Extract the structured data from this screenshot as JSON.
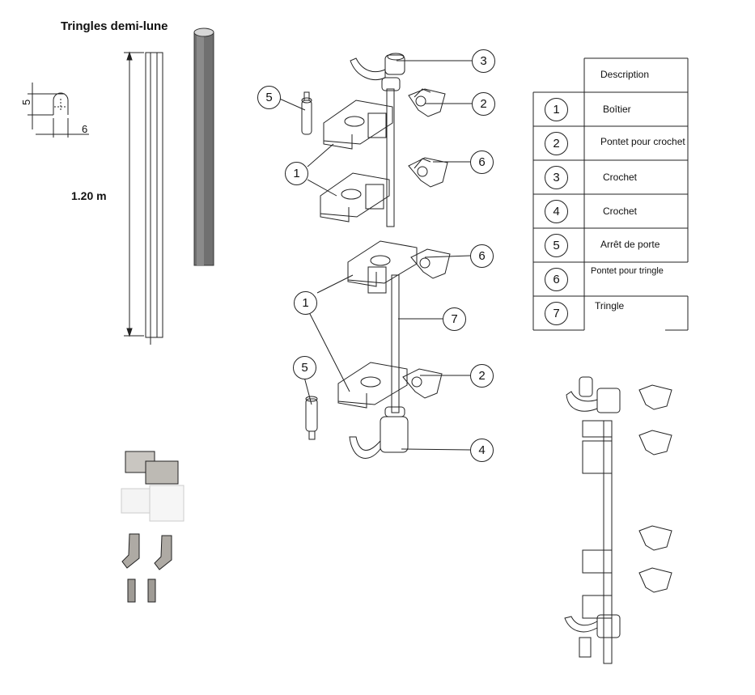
{
  "title": "Tringles demi-lune",
  "rod_length": "1.20 m",
  "profile_dims": {
    "height": "5",
    "width": "6"
  },
  "legend": {
    "header": "Description",
    "rows": [
      {
        "num": "1",
        "label": "Boîtier"
      },
      {
        "num": "2",
        "label": "Pontet pour crochet"
      },
      {
        "num": "3",
        "label": "Crochet"
      },
      {
        "num": "4",
        "label": "Crochet"
      },
      {
        "num": "5",
        "label": "Arrêt de porte"
      },
      {
        "num": "6",
        "label": "Pontet pour tringle"
      },
      {
        "num": "7",
        "label": "Tringle"
      }
    ]
  },
  "callouts": {
    "upper": [
      "3",
      "5",
      "2",
      "1",
      "6"
    ],
    "lower": [
      "6",
      "1",
      "7",
      "5",
      "2",
      "4"
    ]
  },
  "colors": {
    "line": "#222222",
    "rod_dark": "#6f6f6f",
    "metal": "#b9b6b0",
    "white_part": "#f2f2f2"
  }
}
